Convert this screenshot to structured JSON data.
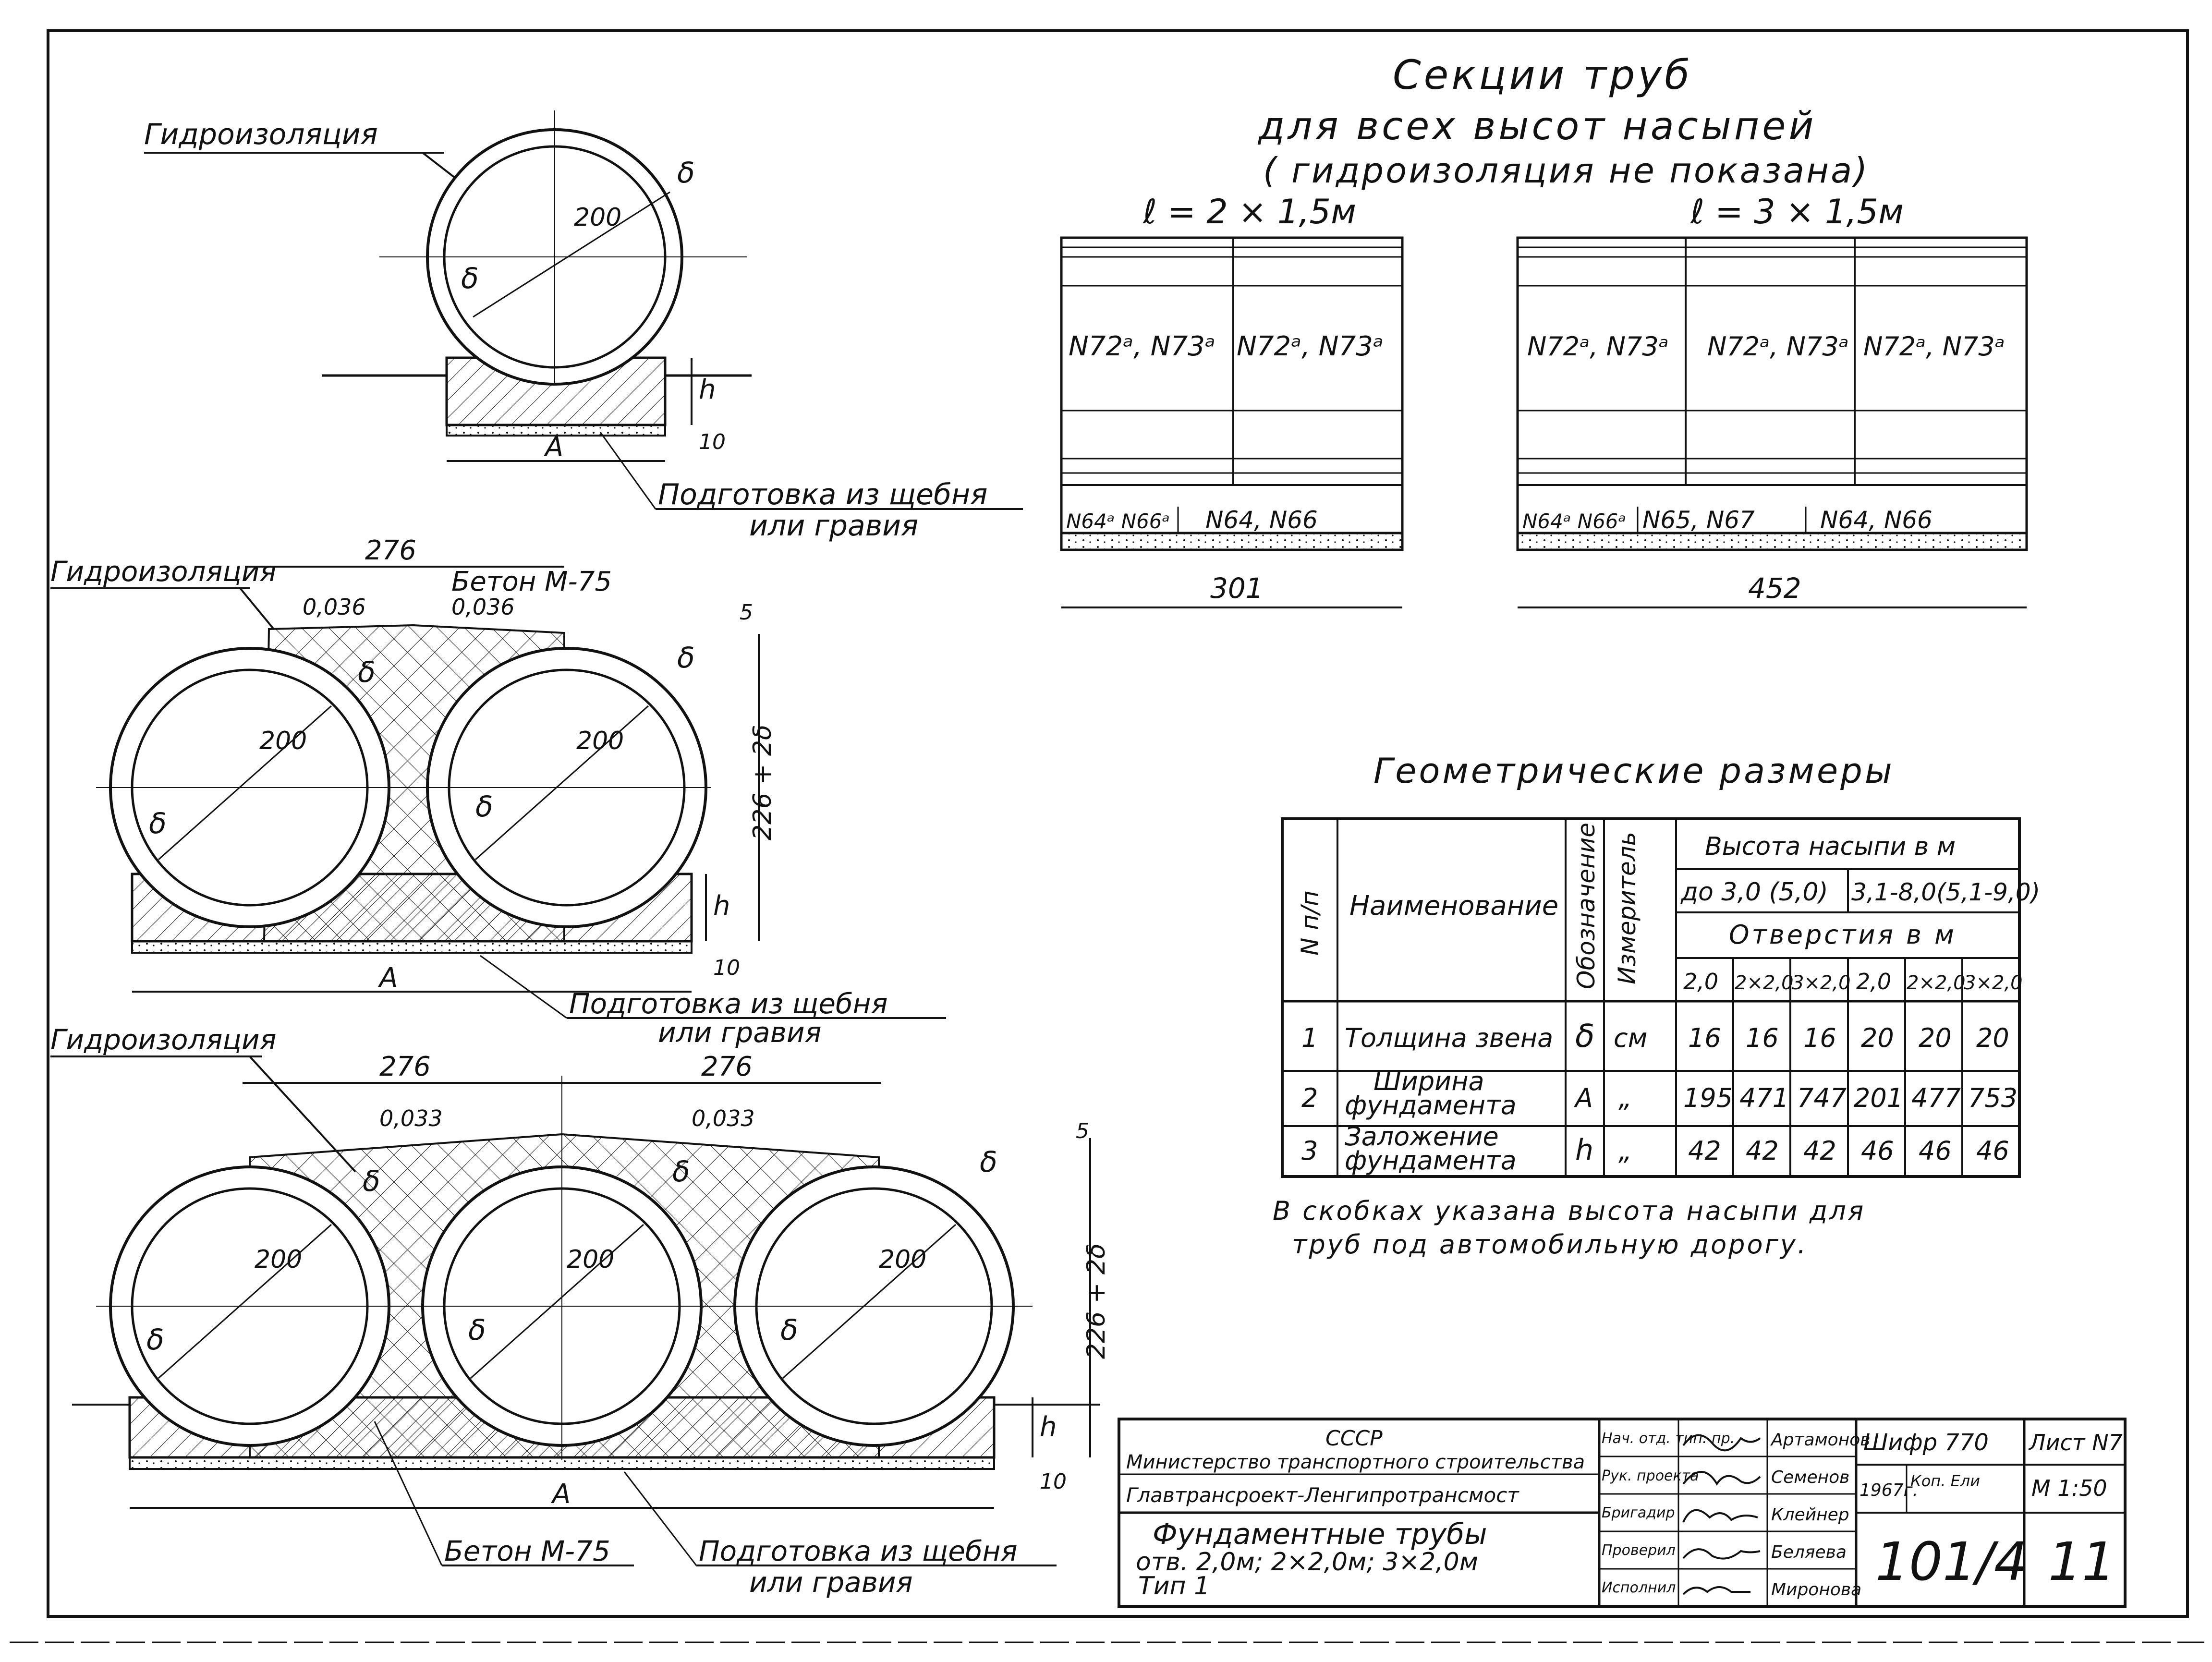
{
  "labels": {
    "hydro": "Гидроизоляция",
    "prep1": "Подготовка из щебня",
    "prep2": "или гравия",
    "concrete": "Бетон М-75",
    "diam": "200",
    "delta": "δ",
    "a": "А",
    "h": "h",
    "ten": "10",
    "five": "5",
    "height": "226 + 2δ",
    "width276": "276",
    "slope2": "0,036",
    "slope3": "0,033"
  },
  "sections": {
    "title1": "Секции труб",
    "title2": "для всех высот насыпей",
    "title3": "( гидроизоляция не показана)",
    "left_len": "ℓ = 2 × 1,5м",
    "right_len": "ℓ = 3 × 1,5м",
    "left_cells": [
      "N72ᵃ, N73ᵃ",
      "N72ᵃ, N73ᵃ"
    ],
    "right_cells": [
      "N72ᵃ, N73ᵃ",
      "N72ᵃ, N73ᵃ",
      "N72ᵃ, N73ᵃ"
    ],
    "left_bottom": [
      "N64ᵃ N66ᵃ",
      "N64, N66"
    ],
    "right_bottom": [
      "N64ᵃ N66ᵃ",
      "N65, N67",
      "N64, N66"
    ],
    "left_dim": "301",
    "right_dim": "452"
  },
  "geom": {
    "title": "Геометрические размеры",
    "h_num": "N п/п",
    "h_name": "Наименование",
    "h_desig": "Обозначение",
    "h_unit": "Измеритель",
    "h_height": "Высота насыпи в м",
    "h_g1": "до 3,0 (5,0)",
    "h_g2": "3,1-8,0(5,1-9,0)",
    "h_open": "Отверстия в м",
    "sub": [
      "2,0",
      "2×2,0",
      "3×2,0",
      "2,0",
      "2×2,0",
      "3×2,0"
    ],
    "rows": [
      {
        "n": "1",
        "name1": "Толщина звена",
        "name2": "",
        "sym": "δ",
        "unit": "см",
        "v": [
          "16",
          "16",
          "16",
          "20",
          "20",
          "20"
        ]
      },
      {
        "n": "2",
        "name1": "Ширина",
        "name2": "фундамента",
        "sym": "А",
        "unit": "„",
        "v": [
          "195",
          "471",
          "747",
          "201",
          "477",
          "753"
        ]
      },
      {
        "n": "3",
        "name1": "Заложение",
        "name2": "фундамента",
        "sym": "h",
        "unit": "„",
        "v": [
          "42",
          "42",
          "42",
          "46",
          "46",
          "46"
        ]
      }
    ],
    "note1": "В скобках указана высота насыпи для",
    "note2": "труб под автомобильную дорогу."
  },
  "stamp": {
    "l1": "СССР",
    "l2": "Министерство транспортного строительства",
    "l3": "Главтрансроект-Ленгипротрансмост",
    "t1": "Фундаментные трубы",
    "t2": "отв. 2,0м; 2×2,0м; 3×2,0м",
    "t3": "Тип 1",
    "roles": [
      "Нач. отд. тип. пр.",
      "Рук. проекта",
      "Бригадир",
      "Проверил",
      "Исполнил"
    ],
    "names": [
      "Артамонов",
      "Семенов",
      "Клейнер",
      "Беляева",
      "Миронова"
    ],
    "cipher": "Шифр 770",
    "sheet": "Лист N7",
    "year": "1967г.",
    "kop": "Коп. Ели",
    "scale": "М 1:50",
    "code": "101/4",
    "num": "11"
  }
}
